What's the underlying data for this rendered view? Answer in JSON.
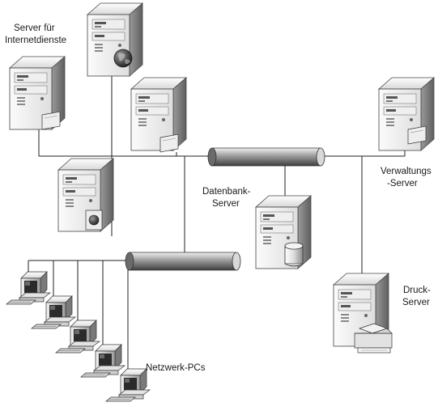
{
  "labels": {
    "internet_server": [
      "Server für",
      "Internetdienste"
    ],
    "database_server": [
      "Datenbank-",
      "Server"
    ],
    "admin_server": [
      "Verwaltungs",
      "-Server"
    ],
    "print_server": [
      "Druck-",
      "Server"
    ],
    "network_pcs": [
      "Netzwerk-PCs"
    ]
  },
  "colors": {
    "server_light": "#f4f4f4",
    "server_mid": "#d2d2d2",
    "server_dark": "#8a8a8a",
    "bus_light": "#e6e6e6",
    "bus_dark": "#555555",
    "line": "#222222"
  },
  "icons": {
    "globe": "globe-icon",
    "disk": "disk-icon",
    "card": "network-card-icon",
    "printer": "printer-icon"
  }
}
